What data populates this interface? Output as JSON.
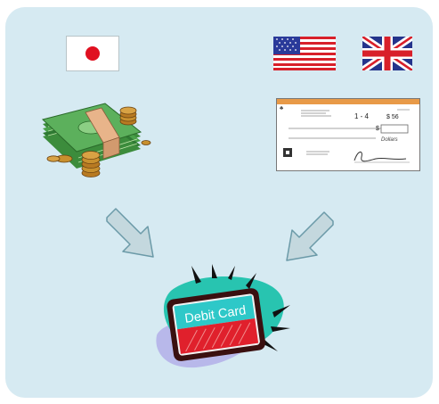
{
  "diagram": {
    "left_flags": [
      {
        "name": "Japan"
      }
    ],
    "right_flags": [
      {
        "name": "United States"
      },
      {
        "name": "United Kingdom"
      }
    ],
    "left_item": {
      "icon": "cash-and-coins-icon"
    },
    "right_item": {
      "icon": "check-icon",
      "check_number": "1 - 4",
      "check_amount": "$ 56",
      "check_currency_symbol": "$",
      "check_written_amount": "Dollars"
    },
    "target": {
      "icon": "debit-card-icon",
      "label": "Debit Card"
    },
    "colors": {
      "panel": "#d6eaf2",
      "arrow_fill": "#c4d8de",
      "arrow_stroke": "#6b9aa8",
      "card_red": "#e0202c",
      "card_cyan": "#2ec8c8",
      "blob_teal": "#28c4b0",
      "money_green": "#3c8c3c",
      "coin_gold": "#c8902e"
    }
  }
}
